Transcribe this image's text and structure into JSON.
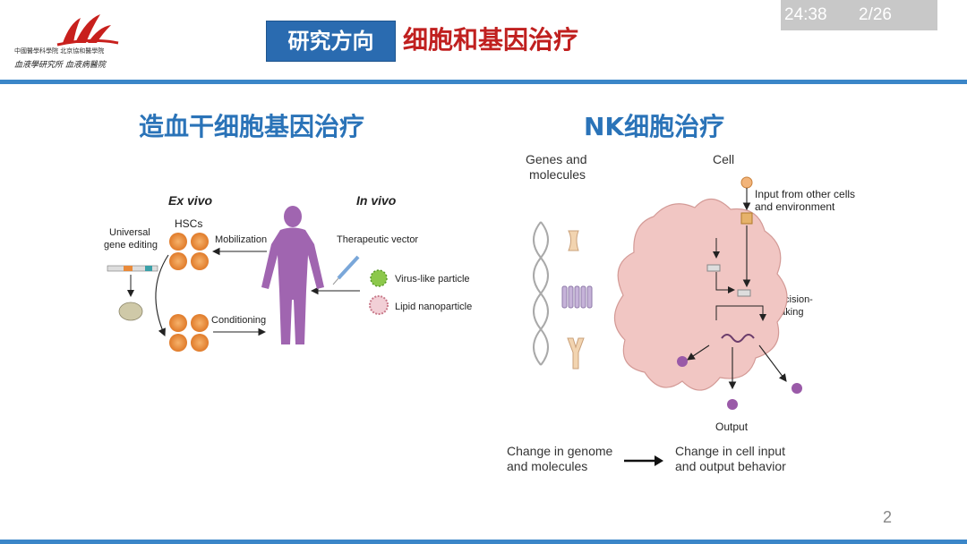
{
  "timer": {
    "elapsed": "24:38",
    "page": "2/26"
  },
  "header": {
    "logo_line1": "中國醫學科學院  北京協和醫學院",
    "logo_line2": "血液學研究所  血液病醫院",
    "topic_label": "研究方向",
    "title": "细胞和基因治疗"
  },
  "left": {
    "title": "造血干细胞基因治疗",
    "ex_vivo": "Ex vivo",
    "in_vivo": "In vivo",
    "hscs": "HSCs",
    "universal": "Universal",
    "gene_editing": "gene editing",
    "mobilization": "Mobilization",
    "conditioning": "Conditioning",
    "therapeutic_vector": "Therapeutic vector",
    "virus_like": "Virus-like particle",
    "lipid": "Lipid nanoparticle"
  },
  "right": {
    "title": "NK细胞治疗",
    "genes_line1": "Genes and",
    "genes_line2": "molecules",
    "cell": "Cell",
    "input_line1": "Input from other cells",
    "input_line2": "and environment",
    "decision_line1": "Decision-",
    "decision_line2": "making",
    "output": "Output",
    "change1_line1": "Change in genome",
    "change1_line2": "and molecules",
    "change2_line1": "Change in cell input",
    "change2_line2": "and output behavior"
  },
  "footer": {
    "page_number": "2"
  },
  "colors": {
    "accent_blue": "#2a6bb0",
    "title_red": "#c0201f",
    "section_blue": "#2a73b8",
    "hsc_orange": "#e98a3a",
    "body_purple": "#a065b0",
    "cell_pink": "#f1c6c3"
  }
}
